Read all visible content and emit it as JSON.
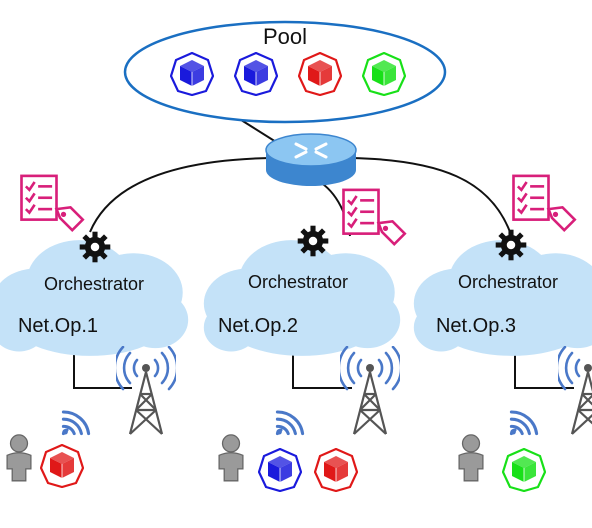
{
  "pool": {
    "label": "Pool",
    "items": [
      {
        "icon": "cube-icon",
        "color": "#1a1adc"
      },
      {
        "icon": "cube-icon",
        "color": "#1a1adc"
      },
      {
        "icon": "cube-icon",
        "color": "#e01818"
      },
      {
        "icon": "cube-icon",
        "color": "#18e018"
      }
    ]
  },
  "router": {
    "icon": "router-icon"
  },
  "operators": [
    {
      "orchestrator_label": "Orchestrator",
      "name": "Net.Op.1",
      "icons": [
        "gear-icon",
        "checklist-tag-icon",
        "cell-tower-icon",
        "wifi-icon",
        "user-icon"
      ],
      "user_items": [
        {
          "icon": "cube-icon",
          "color": "#e01818"
        }
      ]
    },
    {
      "orchestrator_label": "Orchestrator",
      "name": "Net.Op.2",
      "icons": [
        "gear-icon",
        "checklist-tag-icon",
        "cell-tower-icon",
        "wifi-icon",
        "user-icon"
      ],
      "user_items": [
        {
          "icon": "cube-icon",
          "color": "#1a1adc"
        },
        {
          "icon": "cube-icon",
          "color": "#e01818"
        }
      ]
    },
    {
      "orchestrator_label": "Orchestrator",
      "name": "Net.Op.3",
      "icons": [
        "gear-icon",
        "checklist-tag-icon",
        "cell-tower-icon",
        "wifi-icon",
        "user-icon"
      ],
      "user_items": [
        {
          "icon": "cube-icon",
          "color": "#18e018"
        }
      ]
    }
  ],
  "colors": {
    "pool_ellipse": "#1a6fc2",
    "cloud_fill": "#c4e2f8",
    "checklist": "#d81f7a",
    "wifi": "#4a78c8",
    "tower": "#555555",
    "user": "#8a8a8a",
    "router": "#5aa0e0"
  }
}
